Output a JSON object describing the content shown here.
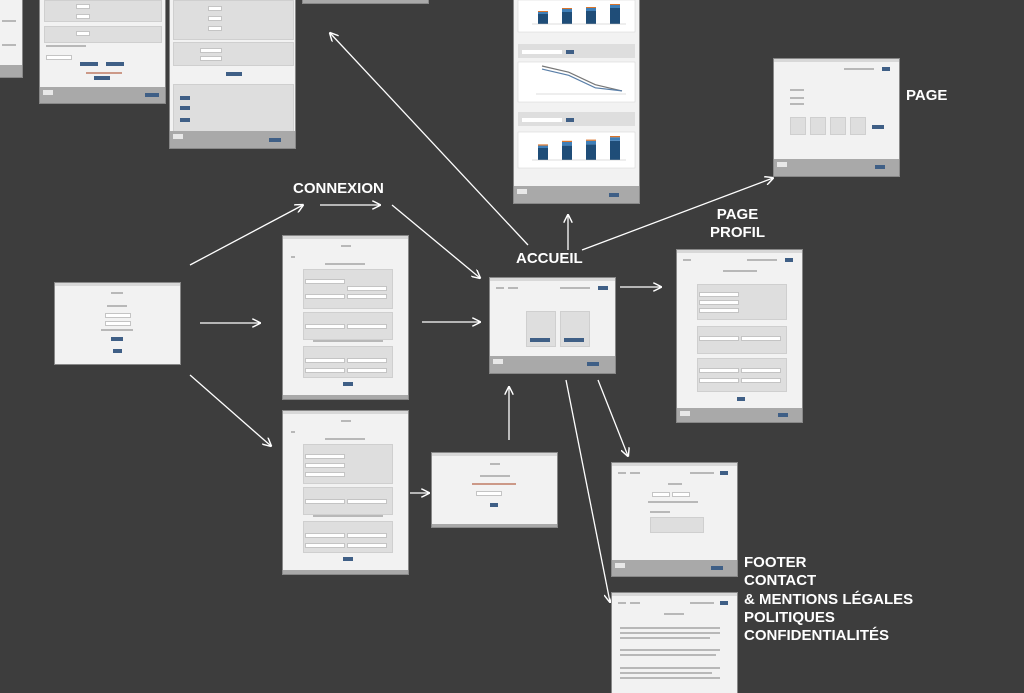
{
  "labels": {
    "connexion": "CONNEXION",
    "accueil": "ACCUEIL",
    "page": "PAGE",
    "page_profil": "PAGE\nPROFIL",
    "footer": "FOOTER\nCONTACT\n& MENTIONS LÉGALES\nPOLITIQUES\nCONFIDENTIALITÉS"
  },
  "colors": {
    "background": "#3d3d3d",
    "frame": "#f2f2f2",
    "footer": "#a9a9a9",
    "button": "#3f5f86",
    "bar_dark": "#1f4d78",
    "bar_light": "#3f7fb8",
    "bar_accent": "#d9742b",
    "arrow": "#ffffff"
  },
  "chart_data": [
    {
      "type": "bar",
      "categories": [
        "",
        "",
        "",
        ""
      ],
      "series": [
        {
          "values": [
            10,
            12,
            13,
            16
          ]
        },
        {
          "values": [
            2,
            3,
            3,
            3
          ]
        },
        {
          "values": [
            1,
            1,
            1,
            1
          ]
        }
      ]
    },
    {
      "type": "line",
      "x": [
        1,
        2,
        3,
        4
      ],
      "series": [
        {
          "values": [
            9,
            7,
            3,
            1
          ]
        },
        {
          "values": [
            8,
            6,
            2,
            1
          ]
        }
      ]
    },
    {
      "type": "bar",
      "categories": [
        "",
        "",
        "",
        ""
      ],
      "series": [
        {
          "values": [
            10,
            12,
            13,
            16
          ]
        },
        {
          "values": [
            2,
            3,
            3,
            3
          ]
        },
        {
          "values": [
            1,
            1,
            1,
            1
          ]
        }
      ]
    }
  ]
}
